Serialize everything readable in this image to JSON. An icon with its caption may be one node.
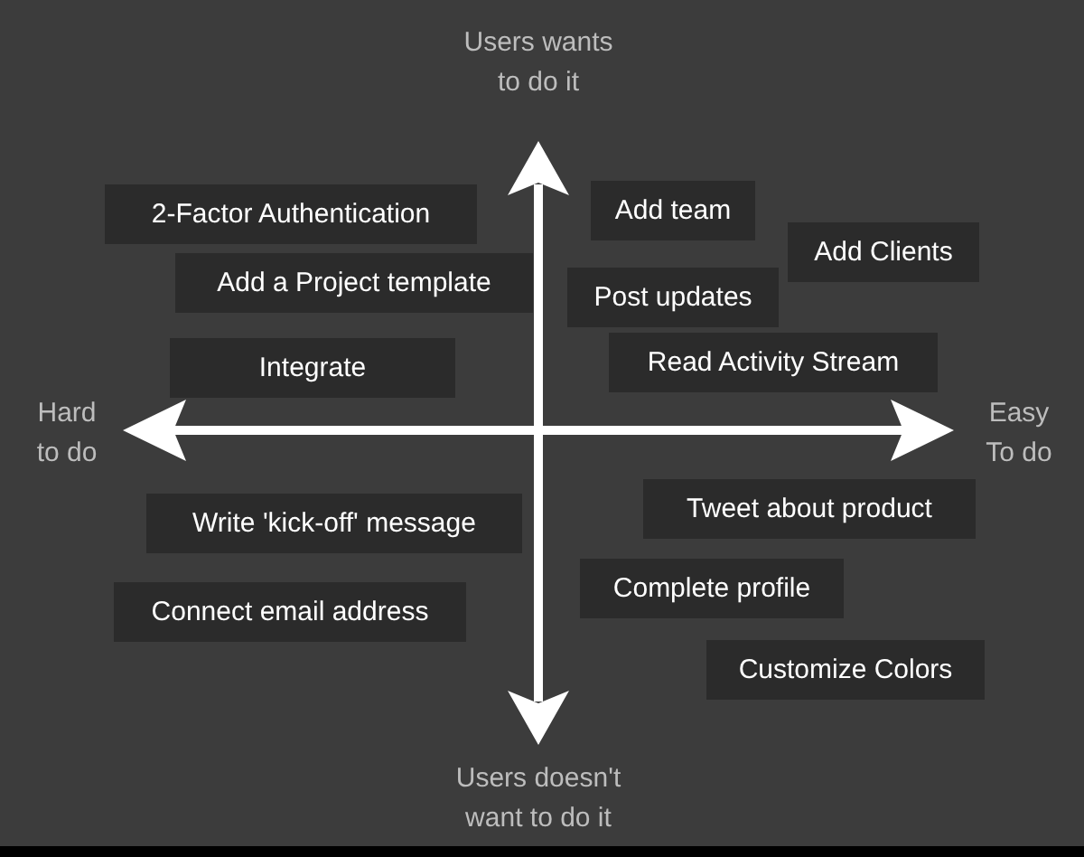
{
  "diagram": {
    "nodes": [
      {
        "text": [
          "Add team"
        ]
      },
      {
        "text": [
          "2-Factor Authentication"
        ]
      },
      {
        "text": [
          "Add Clients"
        ]
      },
      {
        "text": [
          "Add a Project template"
        ]
      },
      {
        "text": [
          "Post updates"
        ]
      },
      {
        "text": [
          "Read Activity Stream"
        ]
      },
      {
        "text": [
          "Integrate"
        ]
      },
      {
        "text": [
          "Tweet about product"
        ]
      },
      {
        "text": [
          "Write 'kick-off' message"
        ]
      },
      {
        "text": [
          "Complete profile"
        ]
      },
      {
        "text": [
          "Connect email address"
        ]
      },
      {
        "text": [
          "Customize Colors"
        ]
      }
    ],
    "labels": [
      "Users wants to do it",
      "Hard to do",
      "Easy To do",
      "Users doesn't want to do it"
    ]
  }
}
